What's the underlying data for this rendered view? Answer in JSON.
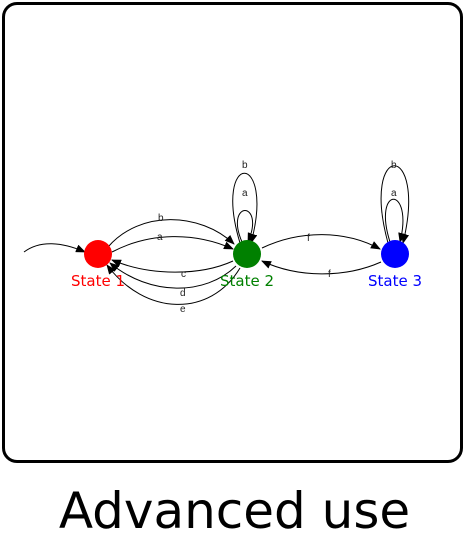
{
  "caption": "Advanced use",
  "states": [
    {
      "id": "s1",
      "label": "State 1",
      "color": "#ff0000"
    },
    {
      "id": "s2",
      "label": "State 2",
      "color": "#008000"
    },
    {
      "id": "s3",
      "label": "State 3",
      "color": "#0000ff"
    }
  ],
  "transitions": [
    {
      "id": "t-b-12",
      "label": "b",
      "from": "State 1",
      "to": "State 2"
    },
    {
      "id": "t-a-12",
      "label": "a",
      "from": "State 1",
      "to": "State 2"
    },
    {
      "id": "t-c-21",
      "label": "c",
      "from": "State 2",
      "to": "State 1"
    },
    {
      "id": "t-d-21",
      "label": "d",
      "from": "State 2",
      "to": "State 1"
    },
    {
      "id": "t-e-21",
      "label": "e",
      "from": "State 2",
      "to": "State 1"
    },
    {
      "id": "t-a-22",
      "label": "a",
      "from": "State 2",
      "to": "State 2"
    },
    {
      "id": "t-b-22",
      "label": "b",
      "from": "State 2",
      "to": "State 2"
    },
    {
      "id": "t-f-23",
      "label": "f",
      "from": "State 2",
      "to": "State 3"
    },
    {
      "id": "t-f-32",
      "label": "f",
      "from": "State 3",
      "to": "State 2"
    },
    {
      "id": "t-a-33",
      "label": "a",
      "from": "State 3",
      "to": "State 3"
    },
    {
      "id": "t-b-33",
      "label": "b",
      "from": "State 3",
      "to": "State 3"
    }
  ],
  "initial_state": "State 1"
}
